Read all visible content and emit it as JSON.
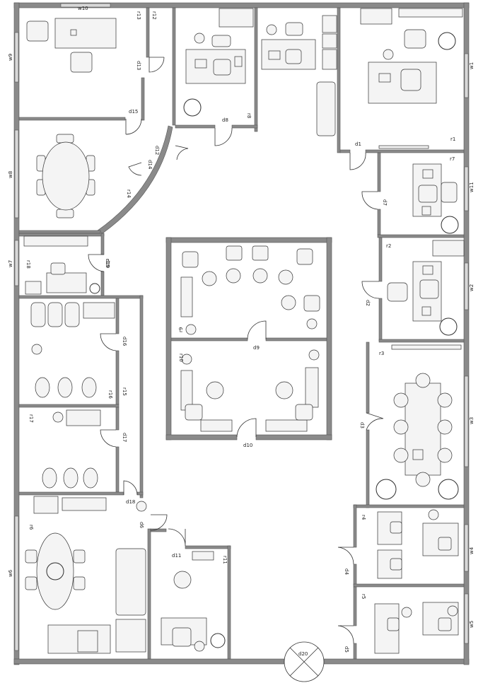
{
  "labels": {
    "w10": "w10",
    "w9": "w9",
    "w8": "w8",
    "w7": "w7",
    "w6": "w6",
    "w1": "w1",
    "w11": "w11",
    "w2": "w2",
    "w3": "w3",
    "w4": "w4",
    "w5": "w5",
    "r13": "r13",
    "r12": "r12",
    "r8": "r8",
    "r1": "r1",
    "r7": "r7",
    "r2": "r2",
    "r3": "r3",
    "r4": "r4",
    "r5": "r5",
    "r9": "r9",
    "r10": "r10",
    "r11": "r11",
    "r14": "r14",
    "r15": "r15",
    "r16": "r16",
    "r17": "r17",
    "r18": "r18",
    "r19": "r19",
    "r6": "r6",
    "d1": "d1",
    "d2": "d2",
    "d3": "d3",
    "d4": "d4",
    "d5": "d5",
    "d6": "d6",
    "d7": "d7",
    "d8": "d8",
    "d9": "d9",
    "d10": "d10",
    "d11": "d11",
    "d12": "d12",
    "d13": "d13",
    "d14": "d14",
    "d15": "d15",
    "d16": "d16",
    "d17": "d17",
    "d18": "d18",
    "d19": "d19",
    "d20": "d20"
  },
  "colors": {
    "wall": "#8a8a8a",
    "wall_edge": "#555555",
    "window": "#d8d8d8",
    "furniture": "#f4f4f4",
    "line": "#333333",
    "plant": "#2e2e2e"
  }
}
